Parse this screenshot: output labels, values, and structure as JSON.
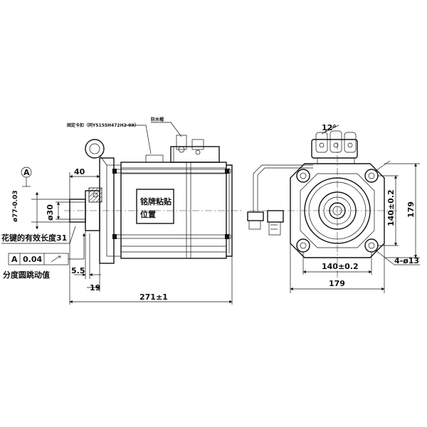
{
  "side_view": {
    "annot_fixing_clip": "固定卡扣（同Y5155H472H2-0X）",
    "annot_waterproof": "防水帽",
    "datum_a": "A",
    "dim_40": "40",
    "dim_shaft": "ø77-0.03",
    "dim_30": "ø30",
    "nameplate_line1": "铭牌粘贴",
    "nameplate_line2": "位置",
    "spline_note": "花键的有效长度31",
    "tol_datum": "A",
    "tol_value": "0.04",
    "runout_note": "分度圆跳动值",
    "dim_5_5": "5.5",
    "dim_19": "19",
    "dim_length": "271±1"
  },
  "front_view": {
    "angle": "12°",
    "dim_vertical_140": "140±0.2",
    "dim_vertical_179": "179",
    "dim_horizontal_140": "140±0.2",
    "dim_horizontal_179": "179",
    "holes": "4-ø13"
  }
}
